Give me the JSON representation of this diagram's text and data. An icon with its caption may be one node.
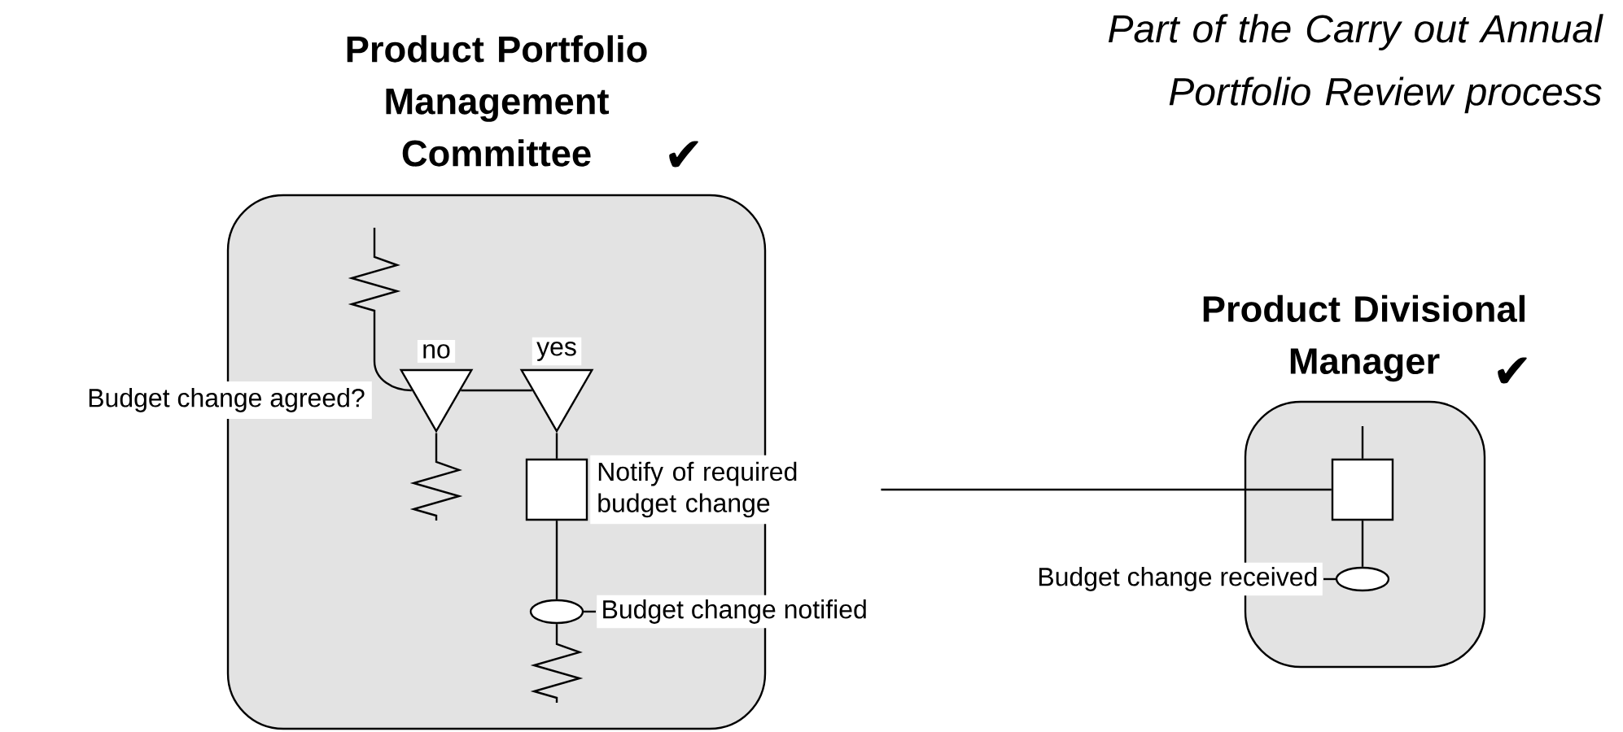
{
  "diagram": {
    "title": "Part of the Carry out Annual Portfolio Review process",
    "nodes": [
      {
        "text": [
          "Product Portfolio Management Committee"
        ]
      },
      {
        "text": [
          "Product Divisional Manager"
        ]
      },
      {
        "text": [
          "no"
        ],
        "in": 0
      },
      {
        "text": [
          "yes"
        ],
        "in": 0
      },
      {
        "text": [
          "Notify of required budget change"
        ]
      },
      {
        "text": [
          "Budget change notified"
        ]
      },
      {
        "text": [],
        "shape": "box",
        "in": 1
      },
      {
        "text": [
          "Budget change received"
        ]
      },
      {
        "text": [
          "Budget change agreed?"
        ]
      }
    ],
    "edges": [
      {
        "from": null,
        "to": 2,
        "arrow": "none"
      },
      {
        "from": 2,
        "to": 3,
        "arrow": "none"
      },
      {
        "from": 2,
        "to": null,
        "arrow": "none"
      },
      {
        "from": 3,
        "to": 4,
        "arrow": "none"
      },
      {
        "from": 4,
        "to": 6,
        "arrow": "none"
      },
      {
        "from": 4,
        "to": 5,
        "arrow": "none"
      },
      {
        "from": 5,
        "to": null,
        "arrow": "none"
      },
      {
        "from": null,
        "to": 6,
        "arrow": "none"
      },
      {
        "from": 6,
        "to": 7,
        "arrow": "none"
      }
    ],
    "labels": [
      "✔",
      "✔"
    ]
  }
}
